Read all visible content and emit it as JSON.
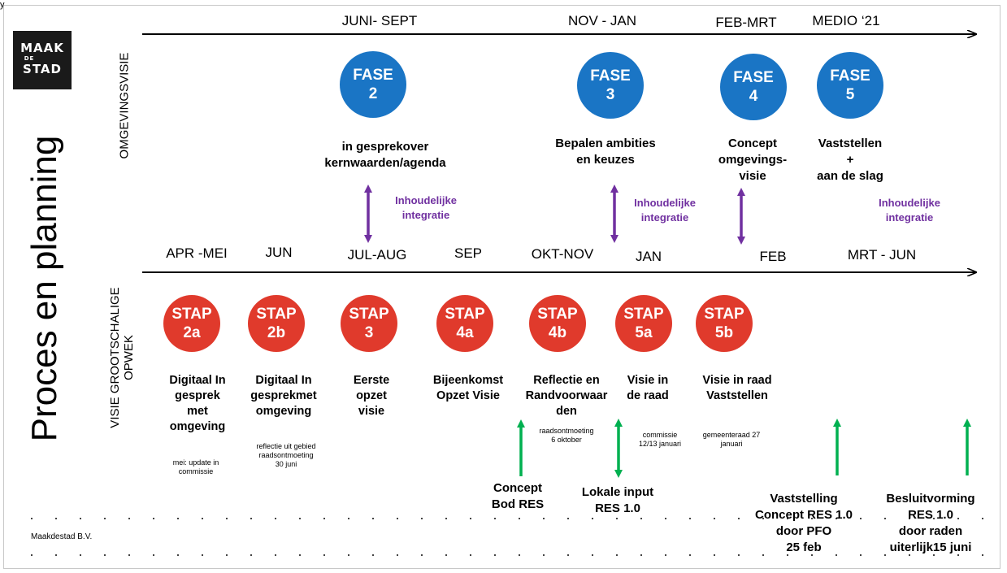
{
  "corner_text": "y",
  "title": "Proces en planning",
  "logo": {
    "line1": "MAAK",
    "line2": "STAD",
    "small": "DE"
  },
  "track_labels": {
    "omgevingsvisie": "OMGEVINGSVISIE",
    "res_line1": "VISIE GROOTSCHALIGE",
    "res_line2": "OPWEK"
  },
  "top_periods": [
    "JUNI- SEPT",
    "NOV - JAN",
    "FEB-MRT",
    "MEDIO ‘21"
  ],
  "bottom_periods": [
    "APR -MEI",
    "JUN",
    "JUL-AUG",
    "SEP",
    "OKT-NOV",
    "JAN",
    "FEB",
    "MRT - JUN"
  ],
  "fases": [
    {
      "word": "FASE",
      "num": "2",
      "desc": "in gesprekover\nkernwaarden/agenda"
    },
    {
      "word": "FASE",
      "num": "3",
      "desc": "Bepalen ambities\nen keuzes"
    },
    {
      "word": "FASE",
      "num": "4",
      "desc": "Concept\nomgevings-\nvisie"
    },
    {
      "word": "FASE",
      "num": "5",
      "desc": "Vaststellen\n+\naan de slag"
    }
  ],
  "integration_label": "Inhoudelijke\nintegratie",
  "stappen": [
    {
      "word": "STAP",
      "num": "2a",
      "desc": "Digitaal In\ngesprek\nmet\nomgeving",
      "note": "mei: update in\ncommissie"
    },
    {
      "word": "STAP",
      "num": "2b",
      "desc": "Digitaal In\ngesprekmet\nomgeving",
      "note": "reflectie uit gebied\nraadsontmoeting\n30 juni"
    },
    {
      "word": "STAP",
      "num": "3",
      "desc": "Eerste\nopzet\nvisie",
      "note": ""
    },
    {
      "word": "STAP",
      "num": "4a",
      "desc": "Bijeenkomst\nOpzet Visie",
      "note": ""
    },
    {
      "word": "STAP",
      "num": "4b",
      "desc": "Reflectie en\nRandvoorwaar\nden",
      "note": "raadsontmoeting\n6 oktober"
    },
    {
      "word": "STAP",
      "num": "5a",
      "desc": "Visie in\nde raad",
      "note": "commissie\n12/13 januari"
    },
    {
      "word": "STAP",
      "num": "5b",
      "desc": "Visie in raad\nVaststellen",
      "note": "gemeenteraad   27\njanuari"
    }
  ],
  "res_inputs": [
    {
      "text": "Concept\nBod RES"
    },
    {
      "text": "Lokale input\nRES  1.0"
    },
    {
      "text": "Vaststelling\nConcept RES  1.0\ndoor PFO\n25 feb"
    },
    {
      "text": "Besluitvorming\nRES  1.0\ndoor raden\nuiterlijk15 juni"
    }
  ],
  "footer_company": "Maakdestad  B.V.",
  "colors": {
    "fase_blue": "#1a75c5",
    "stap_red": "#e03a2c",
    "integration_purple": "#7030a0",
    "input_green": "#00b050"
  }
}
